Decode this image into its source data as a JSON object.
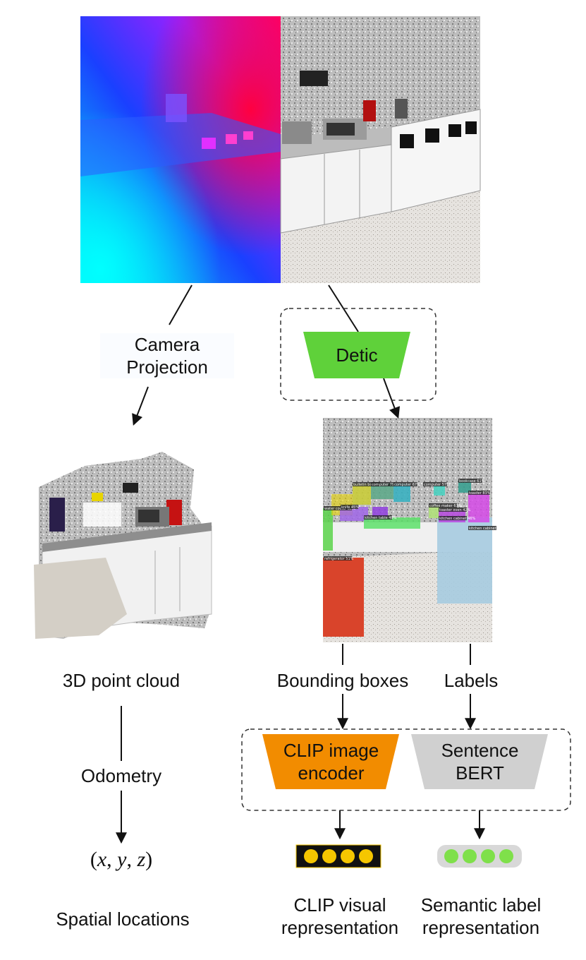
{
  "camera_projection": [
    "Camera",
    "Projection"
  ],
  "detic": "Detic",
  "point_cloud": "3D point cloud",
  "bounding_boxes": "Bounding boxes",
  "labels": "Labels",
  "odometry": "Odometry",
  "coords": {
    "open": "(",
    "x": "x",
    "sep1": ", ",
    "y": "y",
    "sep2": ", ",
    "z": "z",
    "close": ")"
  },
  "spatial_locations": "Spatial locations",
  "clip_encoder": [
    "CLIP image",
    "encoder"
  ],
  "sentence_bert": [
    "Sentence",
    "BERT"
  ],
  "clip_visual": [
    "CLIP visual",
    "representation"
  ],
  "semantic_label": [
    "Semantic label",
    "representation"
  ],
  "detection_labels": [
    "bulletin board",
    "computer 79%",
    "computer 67%",
    "computer 57%",
    "water cooler 82%",
    "bookcase 61%",
    "coffee maker 67%",
    "toaster 83%",
    "knife 45%",
    "toaster oven 42%",
    "kitchen cabinet 46%",
    "kitchen cabinet 49%",
    "kitchen table 48%",
    "refrigerator 51%"
  ],
  "colors": {
    "detic_green": "#5fd13a",
    "clip_orange": "#f28c00",
    "bert_gray": "#d0d0d0",
    "clip_bar": "#111111",
    "clip_dot": "#f5c600",
    "bert_bar": "#d8d8d8",
    "bert_dot": "#7fe04a"
  }
}
